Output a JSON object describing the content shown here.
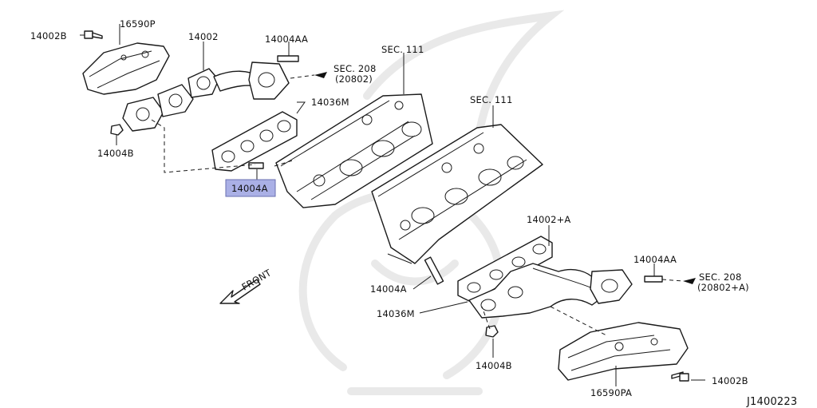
{
  "labels": {
    "shield_left": "16590P",
    "bolt_left": "14002B",
    "manifold_left": "14002",
    "stud_left_top": "14004AA",
    "sec_left": "SEC. 208",
    "sec_left_sub": "(20802)",
    "sec111_left": "SEC. 111",
    "gasket_left": "14036M",
    "nut_left": "14004B",
    "stud_left_highlight": "14004A",
    "sec111_right": "SEC. 111",
    "manifold_right": "14002+A",
    "stud_right_top": "14004AA",
    "sec_right": "SEC. 208",
    "sec_right_sub": "(20802+A)",
    "stud_right": "14004A",
    "gasket_right": "14036M",
    "nut_right": "14004B",
    "bolt_right": "14002B",
    "shield_right": "16590PA",
    "front": "FRONT",
    "diagram_id": "J1400223"
  },
  "highlight_color": "#aab0e6"
}
